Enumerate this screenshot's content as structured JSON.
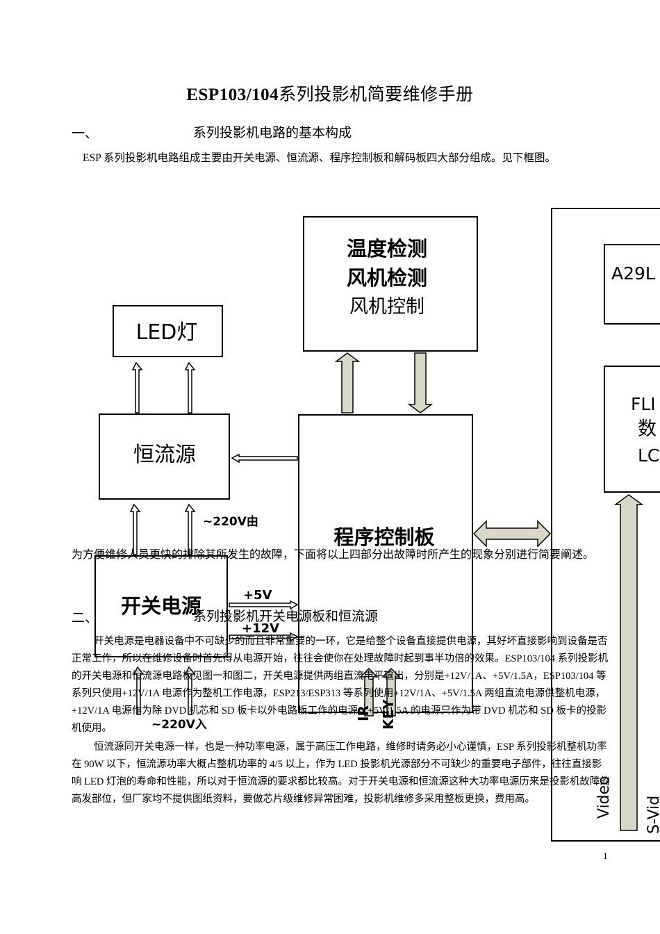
{
  "title": {
    "main": "ESP103/104",
    "rest": "系列投影机简要维修手册"
  },
  "section1": {
    "number": "一、",
    "heading": "系列投影机电路的基本构成",
    "paragraph": "ESP 系列投影机电路组成主要由开关电源、恒流源、程序控制板和解码板四大部分组成。见下框图。"
  },
  "diagram": {
    "temp_box": [
      "温度检测",
      "风机检测",
      "风机控制"
    ],
    "led_box": "LED灯",
    "constant_current_box": "恒流源",
    "program_board_box": "程序控制板",
    "switching_power_box": "开关电源",
    "ac_label_upper": "~220V由",
    "ac_label_lower": "~220V入",
    "label_5v": "+5V",
    "label_12v": "+12V",
    "label_ir": "IR",
    "label_key": "KEY",
    "a29_box": "A29L",
    "flash_box": [
      "FLI",
      "数",
      "LC"
    ],
    "video_label": "Video",
    "s_video_label": "S-Vid"
  },
  "intro_paragraph": "为方便维修人员更快的排除其所发生的故障，下面将以上四部分出故障时所产生的现象分别进行简要阐述。",
  "section2": {
    "number": "二、",
    "heading": "系列投影机开关电源板和恒流源",
    "paragraph1": "开关电源是电器设备中不可缺少的而且非常重要的一环，它是给整个设备直接提供电源，其好坏直接影响到设备是否正常工作，所以在维修设备时首先得从电源开始，往往会使你在处理故障时起到事半功倍的效果。ESP103/104 系列投影机的开关电源和恒流源电路板见图一和图二，开关电源提供两组直流电平输出，分别是+12V/1A、+5V/1.5A，ESP103/104 等系列只使用+12V/1A 电源作为整机工作电源，ESP213/ESP313 等系列使用+12V/1A、+5V/1.5A 两组直流电源供整机电源，+12V/1A 电源作为除 DVD 机芯和 SD 板卡以外电路板工作的电源，+5V/1.5A 的电源只作为带 DVD 机芯和 SD 板卡的投影机使用。",
    "paragraph2": "恒流源同开关电源一样，也是一种功率电源，属于高压工作电路，维修时请务必小心谨慎，ESP 系列投影机整机功率在 90W 以下，恒流源功率大概占整机功率的 4/5 以上，作为 LED 投影机光源部分不可缺少的重要电子部件，往往直接影响 LED 灯泡的寿命和性能，所以对于恒流源的要求都比较高。对于开关电源和恒流源这种大功率电源历来是投影机故障的高发部位，但厂家均不提供图纸资料，要做芯片级维修异常困难，投影机维修多采用整板更换，费用高。"
  },
  "page_number": "1",
  "colors": {
    "arrow_fill": "#d8d8c8",
    "box_stroke": "#000000"
  }
}
